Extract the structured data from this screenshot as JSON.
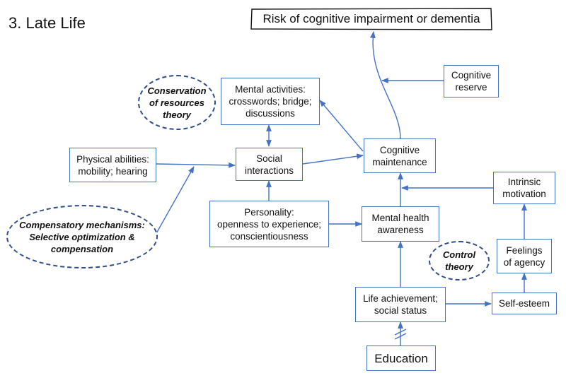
{
  "page": {
    "title": "3. Late Life"
  },
  "diagram": {
    "outcome": "Risk of cognitive impairment or dementia",
    "nodes": {
      "cognitive_reserve": "Cognitive\nreserve",
      "mental_activities": "Mental activities:\ncrosswords; bridge;\ndiscussions",
      "cognitive_maintenance": "Cognitive\nmaintenance",
      "physical_abilities": "Physical abilities:\nmobility; hearing",
      "social_interactions": "Social\ninteractions",
      "intrinsic_motivation": "Intrinsic\nmotivation",
      "personality": "Personality:\nopenness to experience;\nconscientiousness",
      "mental_health_awareness": "Mental health\nawareness",
      "feelings_of_agency": "Feelings\nof agency",
      "life_achievement": "Life achievement;\nsocial status",
      "self_esteem": "Self-esteem",
      "education": "Education"
    },
    "theories": {
      "conservation": "Conservation\nof resources\ntheory",
      "compensatory": "Compensatory mechanisms:\nSelective optimization &\ncompensation",
      "control": "Control\ntheory"
    },
    "colors": {
      "line": "#4472c4",
      "oval_border": "#2e4b8a",
      "box_border": "#4472c4"
    }
  }
}
